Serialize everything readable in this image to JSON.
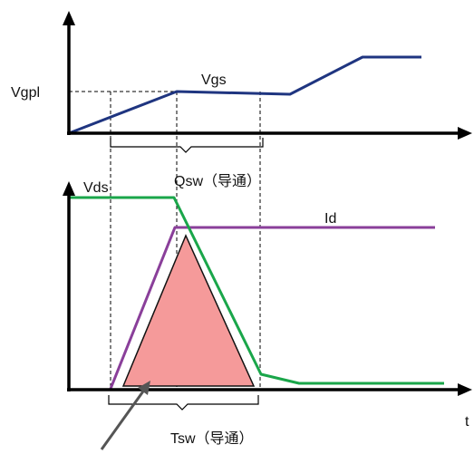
{
  "labels": {
    "vgpl": "Vgpl",
    "vgs": "Vgs",
    "qsw": "Qsw（导通）",
    "vds": "Vds",
    "id": "Id",
    "tsw": "Tsw（导通）",
    "t": "t"
  },
  "colors": {
    "vgs_line": "#1f3580",
    "vds_line": "#1aa64a",
    "id_line": "#8a3f9a",
    "loss_fill": "#f59a9a",
    "loss_stroke": "#111111",
    "axis": "#000000",
    "pointer": "#555555"
  }
}
